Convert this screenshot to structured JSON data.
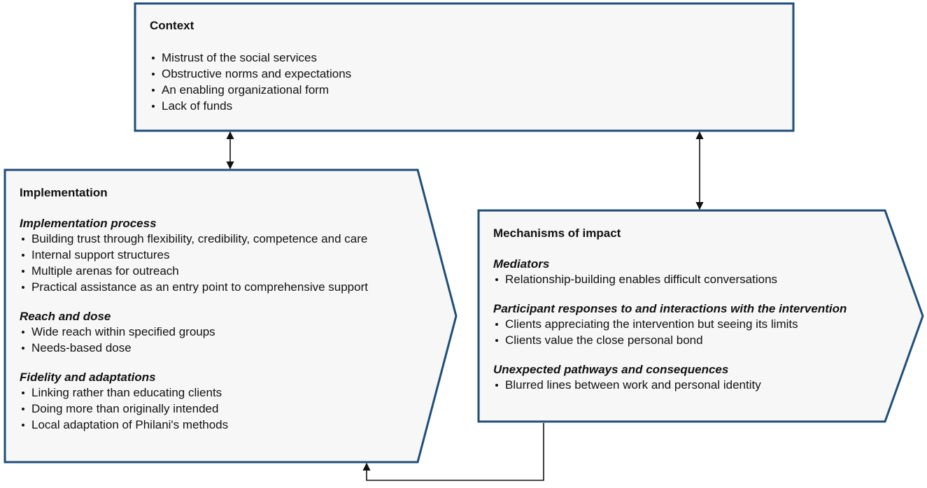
{
  "colors": {
    "box_fill": "#f7f7f7",
    "box_border": "#1f4e79",
    "arrow": "#111111"
  },
  "context": {
    "title": "Context",
    "items": [
      "Mistrust of the social services",
      "Obstructive norms and expectations",
      "An enabling organizational form",
      "Lack of funds"
    ]
  },
  "implementation": {
    "title": "Implementation",
    "sections": [
      {
        "heading": "Implementation process",
        "items": [
          "Building trust through flexibility, credibility, competence and care",
          "Internal support structures",
          "Multiple arenas for outreach",
          "Practical assistance as an entry point to comprehensive support"
        ]
      },
      {
        "heading": "Reach and dose",
        "items": [
          "Wide reach within specified groups",
          "Needs-based dose"
        ]
      },
      {
        "heading": "Fidelity and adaptations",
        "items": [
          "Linking rather than educating clients",
          "Doing more than originally intended",
          "Local adaptation of Philani's methods"
        ]
      }
    ]
  },
  "mechanisms": {
    "title": "Mechanisms of impact",
    "sections": [
      {
        "heading": "Mediators",
        "items": [
          "Relationship-building enables difficult conversations"
        ]
      },
      {
        "heading": "Participant responses to and interactions with the intervention",
        "items": [
          "Clients appreciating the intervention but seeing its limits",
          "Clients value the close personal bond"
        ]
      },
      {
        "heading": "Unexpected pathways and consequences",
        "items": [
          "Blurred lines between work and personal identity"
        ]
      }
    ]
  }
}
